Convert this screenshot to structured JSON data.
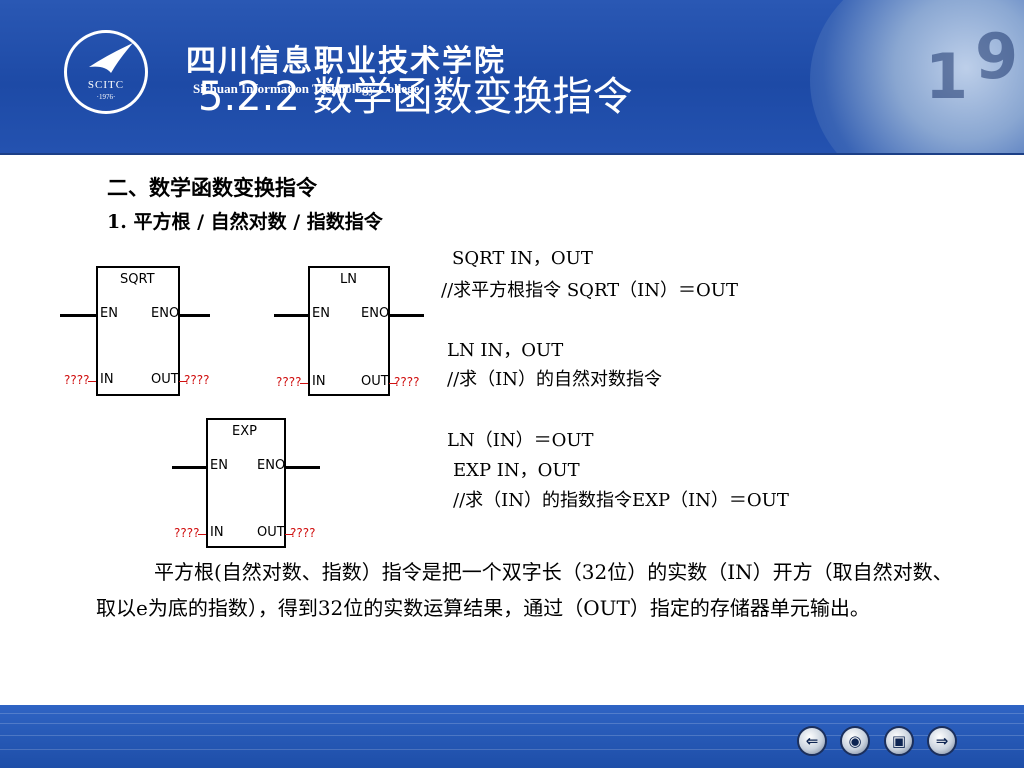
{
  "header": {
    "school_cn": "四川信息职业技术学院",
    "school_en": "Sichuan Information Technology College",
    "logo_text": "SCITC",
    "logo_year": "·1976·",
    "slide_title": "5.2.2 数学函数变换指令",
    "deco_numbers": [
      "1",
      "9"
    ]
  },
  "content": {
    "heading1": "二、数学函数变换指令",
    "heading2": "1. 平方根 / 自然对数 / 指数指令",
    "descriptions": [
      "SQRT IN，OUT",
      "//求平方根指令  SQRT（IN）＝OUT",
      "LN IN，OUT",
      "//求（IN）的自然对数指令",
      "LN（IN）＝OUT",
      "EXP IN，OUT",
      "//求（IN）的指数指令EXP（IN）＝OUT"
    ],
    "paragraph": "平方根(自然对数、指数）指令是把一个双字长（32位）的实数（IN）开方（取自然对数、取以e为底的指数），得到32位的实数运算结果，通过（OUT）指定的存储器单元输出。"
  },
  "blocks": {
    "sqrt": {
      "name": "SQRT",
      "en": "EN",
      "eno": "ENO",
      "in": "IN",
      "out": "OUT",
      "in_value": "????",
      "out_value": "????"
    },
    "ln": {
      "name": "LN",
      "en": "EN",
      "eno": "ENO",
      "in": "IN",
      "out": "OUT",
      "in_value": "????",
      "out_value": "????"
    },
    "exp": {
      "name": "EXP",
      "en": "EN",
      "eno": "ENO",
      "in": "IN",
      "out": "OUT",
      "in_value": "????",
      "out_value": "????"
    }
  },
  "navigation": {
    "buttons": [
      {
        "name": "previous-icon",
        "glyph": "⇐"
      },
      {
        "name": "home-icon",
        "glyph": "◉"
      },
      {
        "name": "menu-icon",
        "glyph": "▣"
      },
      {
        "name": "next-icon",
        "glyph": "⇒"
      }
    ]
  },
  "colors": {
    "header_blue": "#1d4aa6",
    "footer_blue": "#2a5fc0",
    "unknown_value_red": "#d01010"
  }
}
